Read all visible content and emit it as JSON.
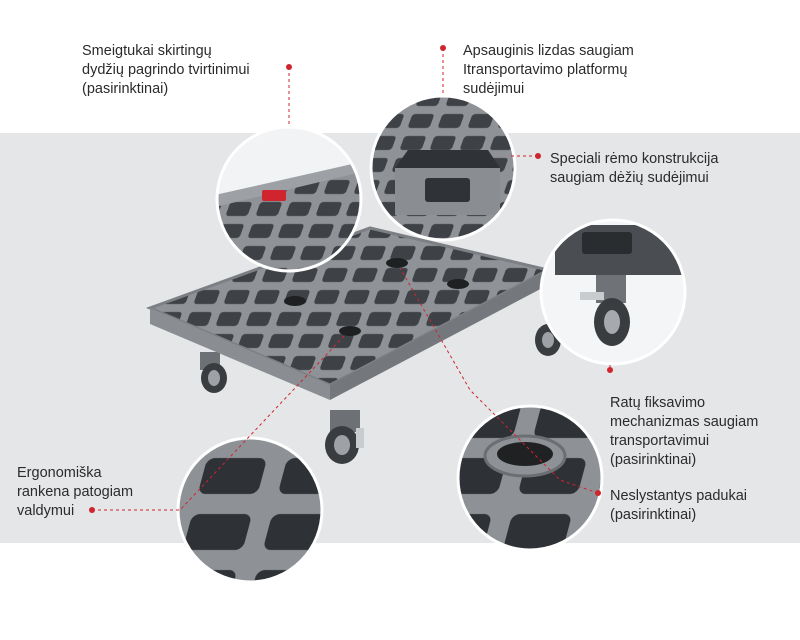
{
  "callouts": [
    {
      "id": "pin",
      "text": "Smeigtukai skirtingų\ndydžių pagrindo tvirtinimui\n(pasirinktinai)"
    },
    {
      "id": "lock",
      "text": "Apsauginis lizdas saugiam\nItransportavimo platformų\nsudėjimui"
    },
    {
      "id": "frame",
      "text": "Speciali rėmo konstrukcija\nsaugiam dėžių sudėjimui"
    },
    {
      "id": "wheel",
      "text": "Ratų fiksavimo\nmechanizmas saugiam\ntransportavimui\n(pasirinktinai)"
    },
    {
      "id": "pad",
      "text": "Neslystantys padukai\n(pasirinktinai)"
    },
    {
      "id": "handle",
      "text": "Ergonomiška\nrankena patogiam\nvaldymui"
    }
  ],
  "colors": {
    "accent": "#d0242f",
    "band": "#e4e6e8",
    "plastic": "#8e9296",
    "plastic_dark": "#55595d",
    "label": "#2b2b2b"
  }
}
